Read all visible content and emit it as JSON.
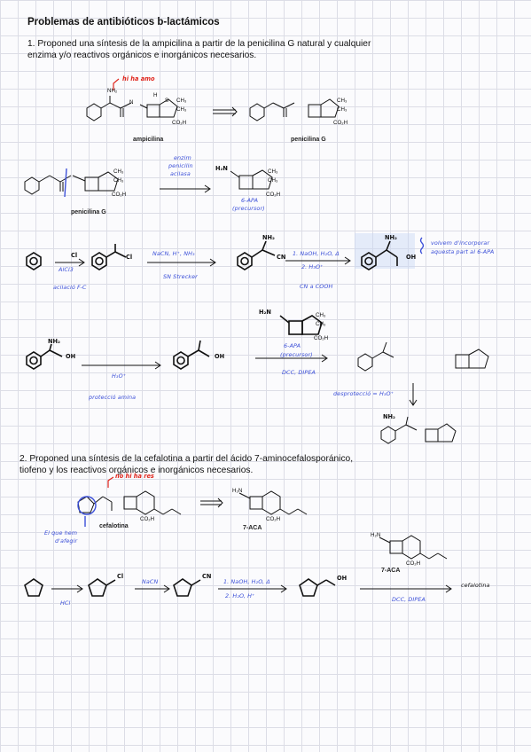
{
  "title": "Problemas de antibióticos b-lactámicos",
  "q1": {
    "line1": "1. Proponed una síntesis de la ampicilina a partir de la penicilina G natural y cualquier",
    "line2": "enzima y/o reactivos orgánicos e inorgánicos necesarios."
  },
  "q2": {
    "line1": "2. Proponed una síntesis de la cefalotina a partir del ácido 7-aminocefalosporánico,",
    "line2": "tiofeno y los reactivos orgánicos e inorgánicos necesarios."
  },
  "labels": {
    "ampicilina": "ampicilina",
    "penicilina_g": "penicilina G",
    "penicilina_g_2": "penicilina G",
    "cefalotina": "cefalotina",
    "aca_1": "7-ACA",
    "aca_2": "7-ACA"
  },
  "chem": {
    "nh2": "NH₂",
    "h": "H",
    "s": "S",
    "ch3": "CH₃",
    "co2h": "CO₂H",
    "n": "N",
    "o": "O",
    "oh": "OH",
    "cn": "CN",
    "cl": "Cl",
    "h2n": "H₂N"
  },
  "notes": {
    "hi_ha_amo": "hi ha amo",
    "enzim": "enzim",
    "penicilin": "penicilin",
    "acilasa": "acilasa",
    "apa_1": "6-APA",
    "precursor_1": "(precursor)",
    "alcl3": "AlCl3",
    "acilacio": "acilació F-C",
    "step_nacn": "NaCN, H⁺, NH₃",
    "sn_strecker": "SN Strecker",
    "hydrolysis_1": "1. NaOH, H₂O, Δ",
    "hydrolysis_2": "2. H₃O⁺",
    "cn_cooh": "CN a COOH",
    "box_note_1": "volvem d'incorporar",
    "box_note_2": "aquesta part al 6-APA",
    "h3o": "H₃O⁺",
    "proteccio": "protecció amina",
    "apa_2": "6-APA",
    "precursor_2": "(precursor)",
    "dcc": "DCC, DIPEA",
    "desproteccio": "desprotecció = H₃O⁺",
    "no_hi_ha_res": "no hi ha res",
    "el_que_hem": "El que hem",
    "d_afegir": "d'afegir",
    "hcl": "HCl",
    "nacn": "NaCN",
    "hyd_a": "1. NaOH, H₂O, Δ",
    "hyd_b": "2. H₂O, H⁺",
    "dcc_2": "DCC, DIPEA",
    "cefalotina_final": "cefalotina"
  },
  "colors": {
    "ink_blue": "#3b4fd8",
    "ink_red": "#e0261d",
    "grid": "#dcdde6"
  }
}
